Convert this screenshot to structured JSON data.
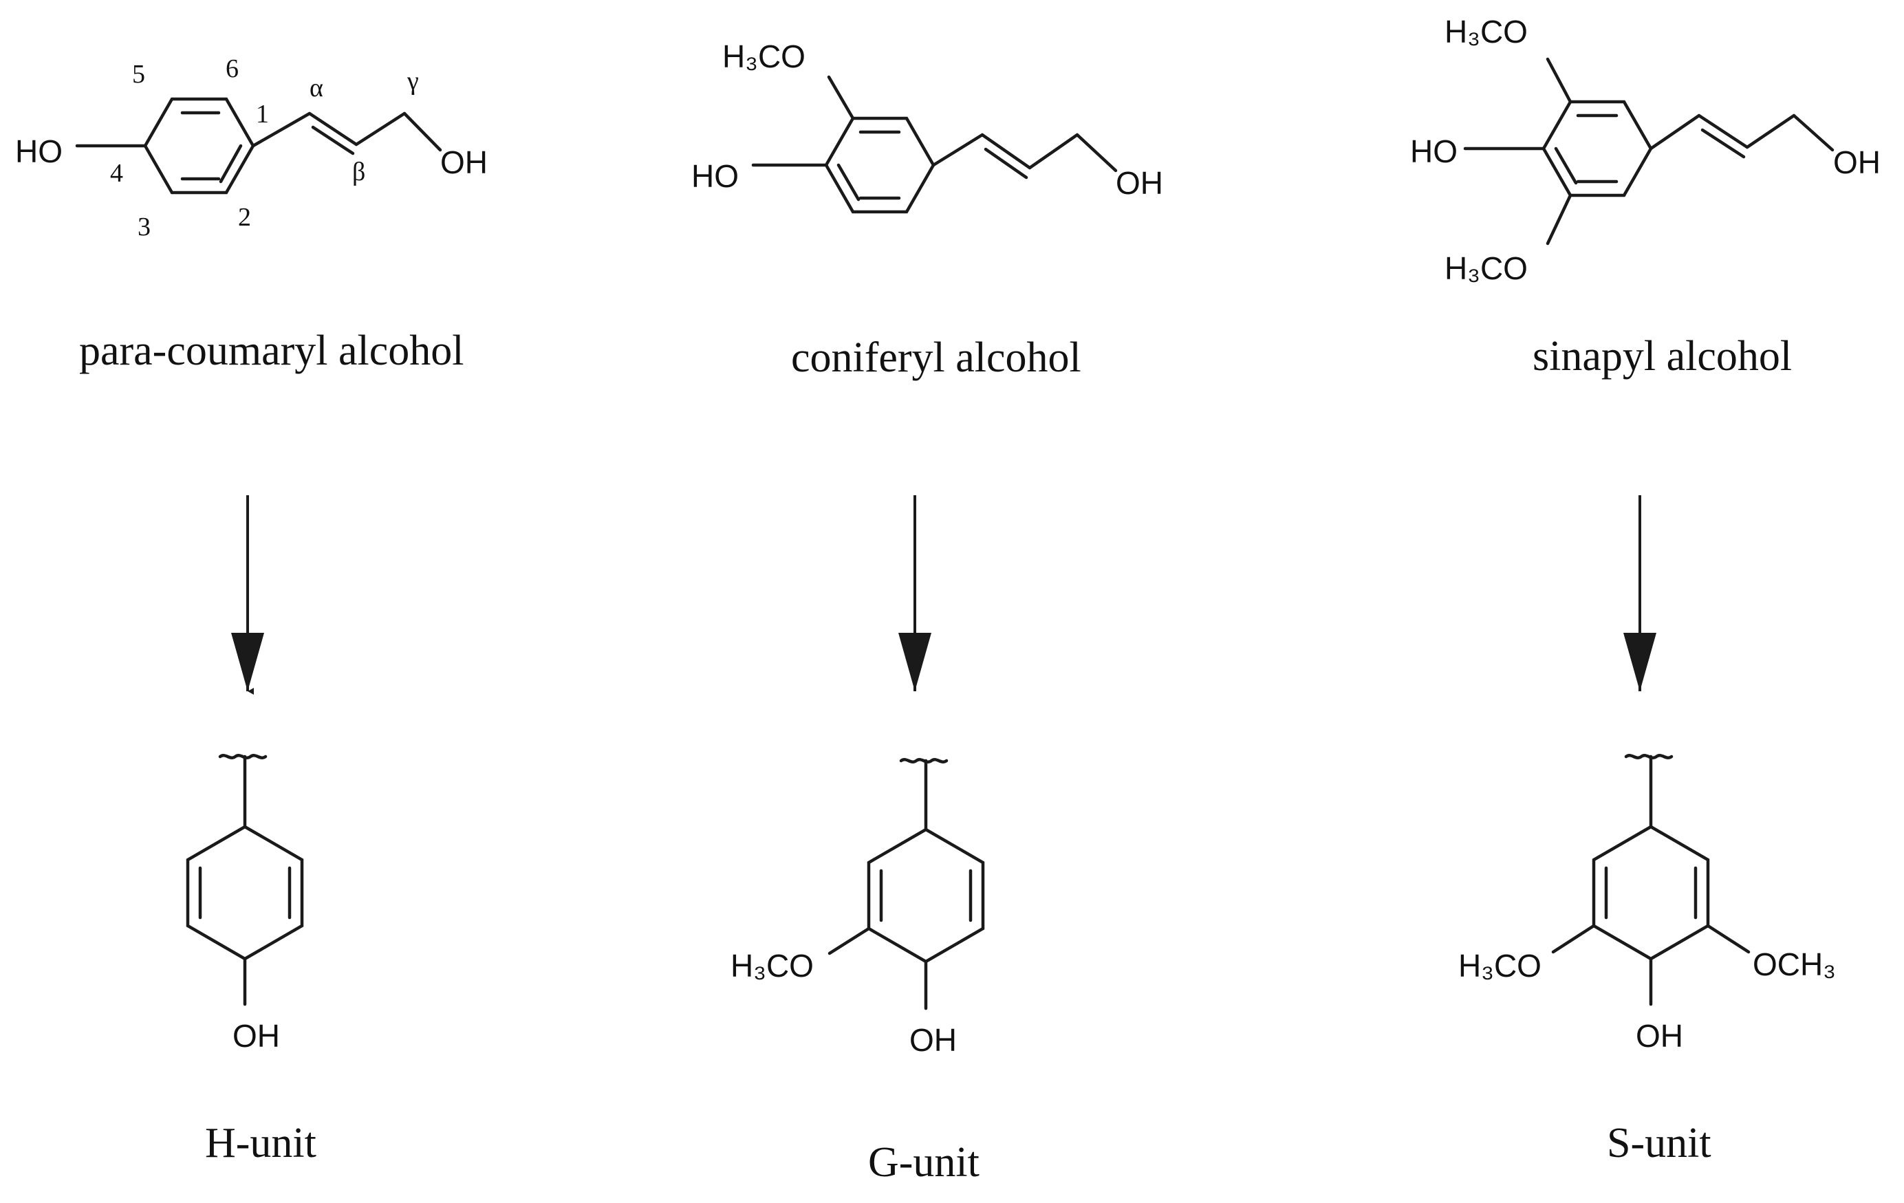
{
  "monomers": {
    "para_coumaryl": {
      "name": "para-coumaryl alcohol",
      "ho": "HO",
      "oh": "OH",
      "positions": [
        "1",
        "2",
        "3",
        "4",
        "5",
        "6"
      ],
      "alpha": "α",
      "beta": "β",
      "gamma": "γ"
    },
    "coniferyl": {
      "name": "coniferyl alcohol",
      "ho": "HO",
      "oh": "OH",
      "methoxy": "H₃CO"
    },
    "sinapyl": {
      "name": "sinapyl alcohol",
      "ho": "HO",
      "oh": "OH",
      "methoxy_top": "H₃CO",
      "methoxy_bottom": "H₃CO"
    }
  },
  "units": {
    "h_unit": {
      "name": "H-unit",
      "oh": "OH"
    },
    "g_unit": {
      "name": "G-unit",
      "oh": "OH",
      "methoxy": "H₃CO"
    },
    "s_unit": {
      "name": "S-unit",
      "oh": "OH",
      "methoxy_left": "H₃CO",
      "methoxy_right": "OCH₃"
    }
  }
}
